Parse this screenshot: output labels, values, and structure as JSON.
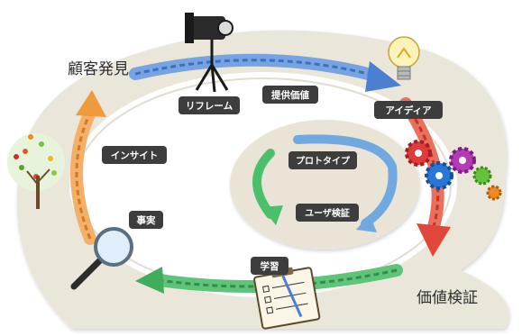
{
  "diagram": {
    "stages": {
      "top_left": "顧客発見",
      "bottom_right": "価値検証"
    },
    "outer_steps": {
      "reframe": "リフレーム",
      "value_proposition": "提供価値",
      "idea": "アイディア",
      "insight": "インサイト",
      "fact": "事実",
      "learning": "学習"
    },
    "inner_steps": {
      "prototype": "プロトタイプ",
      "user_validation": "ユーザ検証"
    }
  },
  "colors": {
    "discover_arrow": "#4a7fd1",
    "validate_arrow": "#e0473a",
    "learn_arrow": "#3fae5c",
    "insight_arrow": "#ef9a3c",
    "inner_green": "#4bbf6b",
    "inner_blue": "#6fa9e0",
    "ring": "#ebe6da",
    "pill": "#3d3d3d"
  },
  "icons": [
    "spotlight-icon",
    "lightbulb-icon",
    "gears-icon",
    "tree-icon",
    "magnifier-icon",
    "checklist-icon"
  ]
}
